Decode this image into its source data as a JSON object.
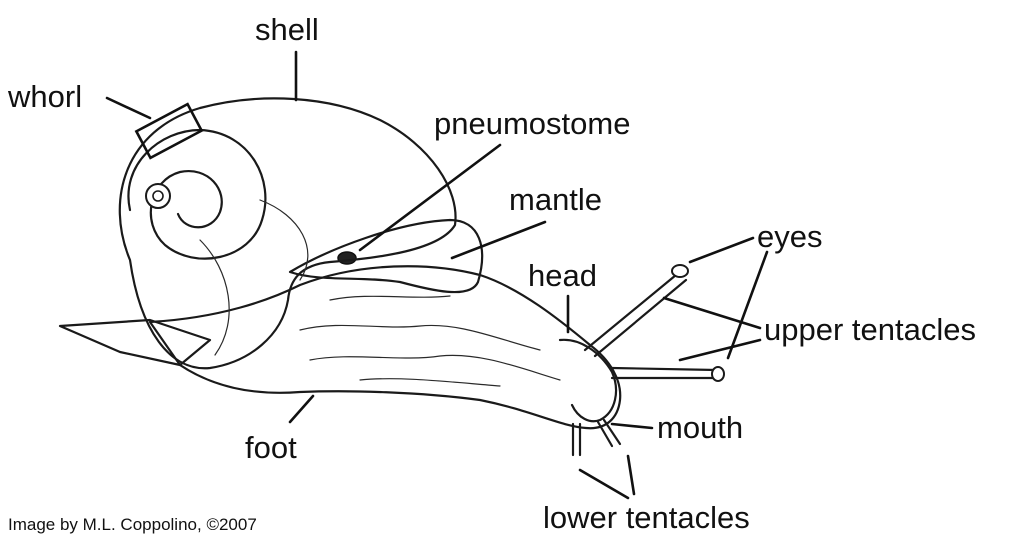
{
  "labels": {
    "shell": "shell",
    "whorl": "whorl",
    "pneumostome": "pneumostome",
    "mantle": "mantle",
    "eyes": "eyes",
    "head": "head",
    "upper_tentacles": "upper tentacles",
    "mouth": "mouth",
    "foot": "foot",
    "lower_tentacles": "lower tentacles"
  },
  "credit": "Image by M.L. Coppolino, ©2007"
}
